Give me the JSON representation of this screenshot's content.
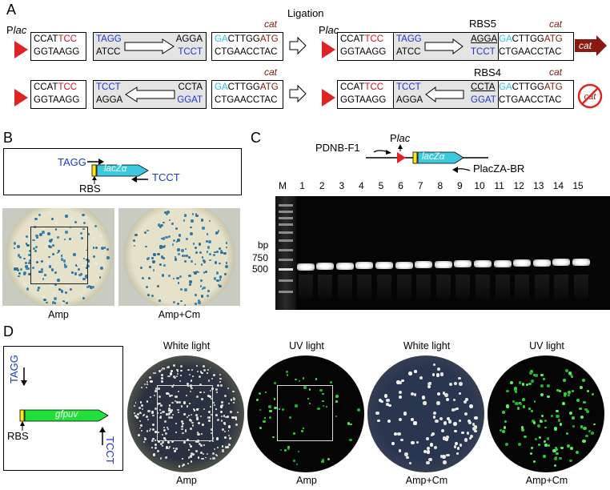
{
  "panel_letters": {
    "a": "A",
    "b": "B",
    "c": "C",
    "d": "D"
  },
  "panel_a": {
    "plac_prefix": "P",
    "plac_italic": "lac",
    "ligation_label": "Ligation",
    "row1": {
      "box1": {
        "top_black": "CCAT",
        "top_red": "TCC",
        "bottom": "GGTAAGG"
      },
      "box2": {
        "top_left": "TAGG",
        "top_right": "AGGA",
        "bottom_left": "ATCC",
        "bottom_right": "TCCT"
      },
      "box3": {
        "cat": "cat",
        "top_cyan": "GA",
        "top_black": "CTTGG",
        "top_brown": "ATG",
        "bottom": "CTGAACCTAC"
      },
      "rbs_label": "RBS5",
      "result": {
        "top_black": "CCAT",
        "top_red": "TCC",
        "top_blue": "TAGG",
        "top_u": "AGGA",
        "top_cyan": "GA",
        "top_black2": "CTTGG",
        "top_brown": "ATG",
        "bottom1": "GGTAAGG",
        "bottom2": "ATCC",
        "bottom_blue": "TCCT",
        "bottom3": "CTGAACCTAC",
        "cat": "cat"
      },
      "cat_arrow": "cat"
    },
    "row2": {
      "box1": {
        "top_black": "CCAT",
        "top_red": "TCC",
        "bottom": "GGTAAGG"
      },
      "box2": {
        "top_left": "TCCT",
        "top_right": "CCTA",
        "bottom_left": "AGGA",
        "bottom_right": "GGAT"
      },
      "box3": {
        "cat": "cat",
        "top_cyan": "GA",
        "top_black": "CTTGG",
        "top_brown": "ATG",
        "bottom": "CTGAACCTAC"
      },
      "rbs_label": "RBS4",
      "result": {
        "top_black": "CCAT",
        "top_red": "TCC",
        "top_blue": "TCCT",
        "top_u": "CCTA",
        "top_cyan": "GA",
        "top_black2": "CTTGG",
        "top_brown": "ATG",
        "bottom1": "GGTAAGG",
        "bottom2": "AGGA",
        "bottom_blue": "GGAT",
        "bottom3": "CTGAACCTAC",
        "cat": "cat"
      },
      "no_cat": "cat"
    }
  },
  "panel_b": {
    "tagg": "TAGG",
    "tcct": "TCCT",
    "gene": "lacZα",
    "rbs": "RBS",
    "plate_labels": [
      "Amp",
      "Amp+Cm"
    ]
  },
  "panel_c": {
    "primer_f": "PDNB-F1",
    "plac_prefix": "P",
    "plac_italic": "lac",
    "gene": "lacZα",
    "primer_r": "PlacZA-BR",
    "lanes": [
      "M",
      "1",
      "2",
      "3",
      "4",
      "5",
      "6",
      "7",
      "8",
      "9",
      "10",
      "11",
      "12",
      "13",
      "14",
      "15"
    ],
    "bp_label": "bp",
    "marker_750": "750",
    "marker_500": "500"
  },
  "panel_d": {
    "tagg": "TAGG",
    "tcct": "TCCT",
    "gene": "gfpuv",
    "rbs": "RBS",
    "plate_titles": [
      "White light",
      "UV light",
      "White light",
      "UV light"
    ],
    "plate_captions": [
      "Amp",
      "Amp",
      "Amp+Cm",
      "Amp+Cm"
    ]
  }
}
